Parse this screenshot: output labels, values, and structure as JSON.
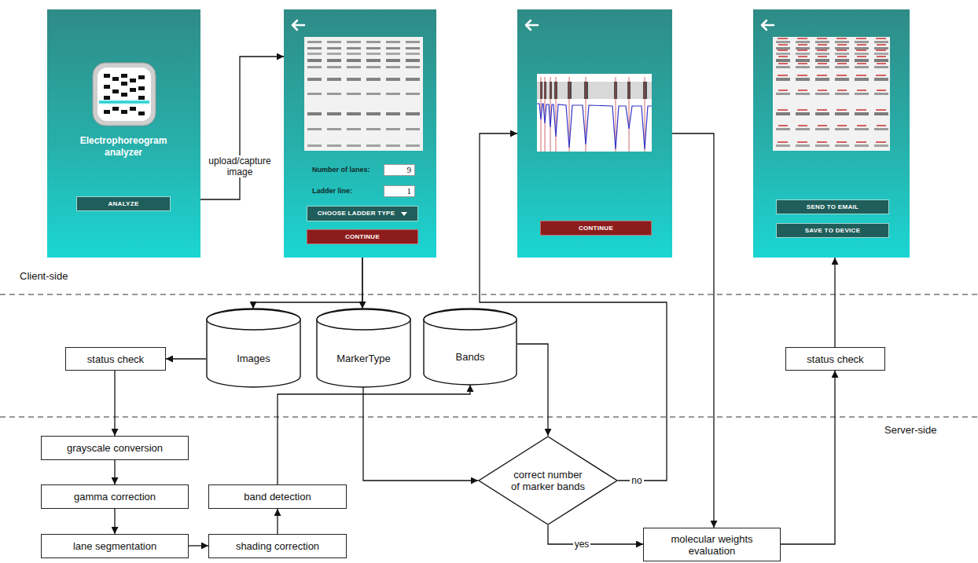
{
  "diagram": {
    "nodes": [
      {
        "text": [
          "Electrophoreogram analyzer"
        ]
      },
      {
        "text": [
          "ANALYZE"
        ],
        "in": 0
      },
      {
        "text": [
          "Number of lanes:",
          "Ladder line:"
        ]
      },
      {
        "text": [
          "9"
        ],
        "in": 2
      },
      {
        "text": [
          "1"
        ],
        "in": 2
      },
      {
        "text": [
          "CHOOSE LADDER TYPE"
        ],
        "in": 2
      },
      {
        "text": [
          "CONTINUE"
        ],
        "in": 2
      },
      {
        "text": []
      },
      {
        "text": [
          "CONTINUE"
        ],
        "in": 7
      },
      {
        "text": []
      },
      {
        "text": [
          "SEND TO EMAIL"
        ],
        "in": 9
      },
      {
        "text": [
          "SAVE TO DEVICE"
        ],
        "in": 9
      },
      {
        "text": [
          "Images"
        ]
      },
      {
        "text": [
          "MarkerType"
        ]
      },
      {
        "text": [
          "Bands"
        ]
      },
      {
        "text": [
          "status check"
        ]
      },
      {
        "text": [
          "status check"
        ]
      },
      {
        "text": [
          "grayscale conversion"
        ]
      },
      {
        "text": [
          "gamma correction"
        ]
      },
      {
        "text": [
          "band detection"
        ]
      },
      {
        "text": [
          "lane segmentation"
        ]
      },
      {
        "text": [
          "shading correction"
        ]
      },
      {
        "text": [
          "correct number of marker bands"
        ]
      },
      {
        "text": [
          "molecular weights evaluation"
        ]
      }
    ],
    "edges": [
      {
        "from": 0,
        "to": 2,
        "label": "upload/capture image",
        "arrow": "to"
      },
      {
        "from": 2,
        "to": 12,
        "arrow": "to"
      },
      {
        "from": 2,
        "to": 13,
        "arrow": "to"
      },
      {
        "from": 12,
        "to": 15,
        "arrow": "to"
      },
      {
        "from": 15,
        "to": 17,
        "arrow": "to"
      },
      {
        "from": 17,
        "to": 18,
        "arrow": "to"
      },
      {
        "from": 18,
        "to": 20,
        "arrow": "to"
      },
      {
        "from": 20,
        "to": 21,
        "arrow": "to"
      },
      {
        "from": 21,
        "to": 19,
        "arrow": "to"
      },
      {
        "from": 19,
        "to": 14,
        "arrow": "to"
      },
      {
        "from": 14,
        "to": 22,
        "arrow": "to"
      },
      {
        "from": 13,
        "to": 22,
        "arrow": "to"
      },
      {
        "from": 22,
        "to": 7,
        "label": "no",
        "arrow": "to"
      },
      {
        "from": 22,
        "to": 23,
        "label": "yes",
        "arrow": "to"
      },
      {
        "from": 7,
        "to": 23,
        "arrow": "to"
      },
      {
        "from": 23,
        "to": 16,
        "arrow": "to"
      },
      {
        "from": 16,
        "to": 9,
        "arrow": "to"
      }
    ],
    "labels": [
      "Client-side",
      "Server-side"
    ]
  }
}
